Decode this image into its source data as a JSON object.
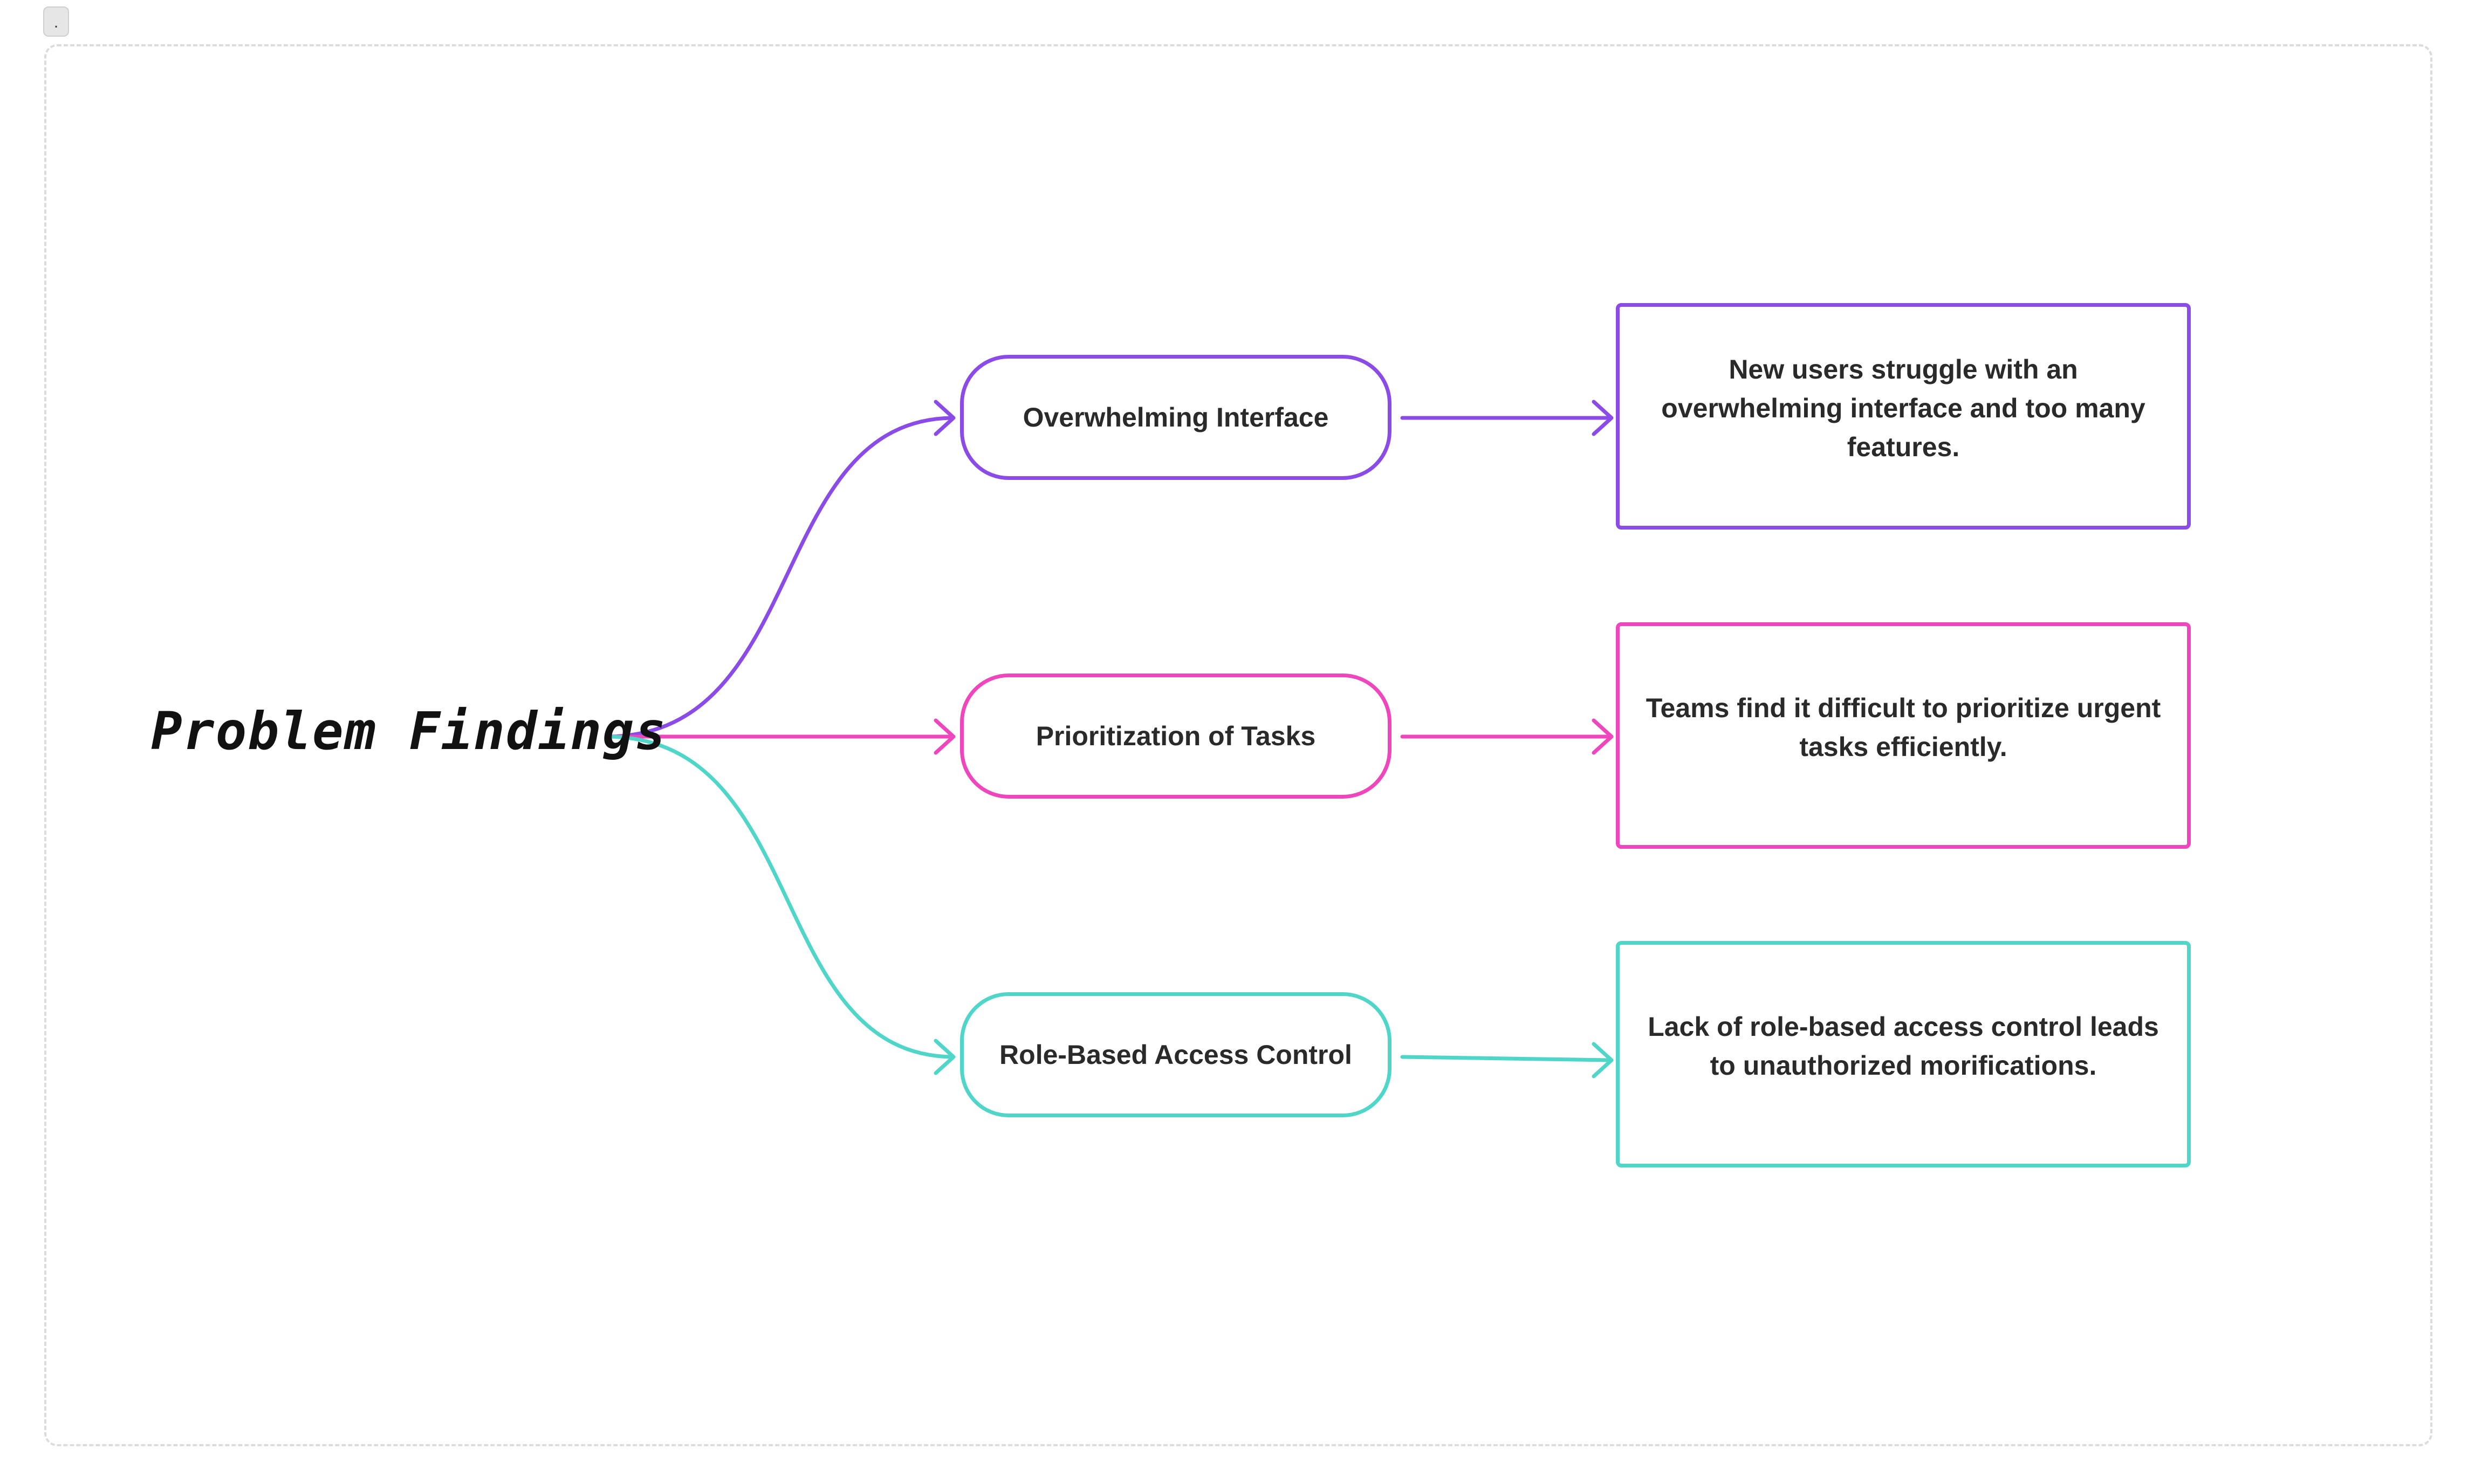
{
  "corner_tag": ".",
  "title": "Problem Findings",
  "colors": {
    "purple": "#8a4be6",
    "pink": "#ee46bd",
    "teal": "#4fd6c8",
    "frame": "#dcdcdc"
  },
  "branches": [
    {
      "heading": "Overwhelming Interface",
      "description": "New users struggle with an overwhelming interface and too many features.",
      "color": "#8a4be6"
    },
    {
      "heading": "Prioritization of Tasks",
      "description": "Teams find it difficult to prioritize urgent tasks efficiently.",
      "color": "#ee46bd"
    },
    {
      "heading": "Role-Based Access Control",
      "description": "Lack of role-based access control leads to unauthorized morifications.",
      "color": "#4fd6c8"
    }
  ]
}
